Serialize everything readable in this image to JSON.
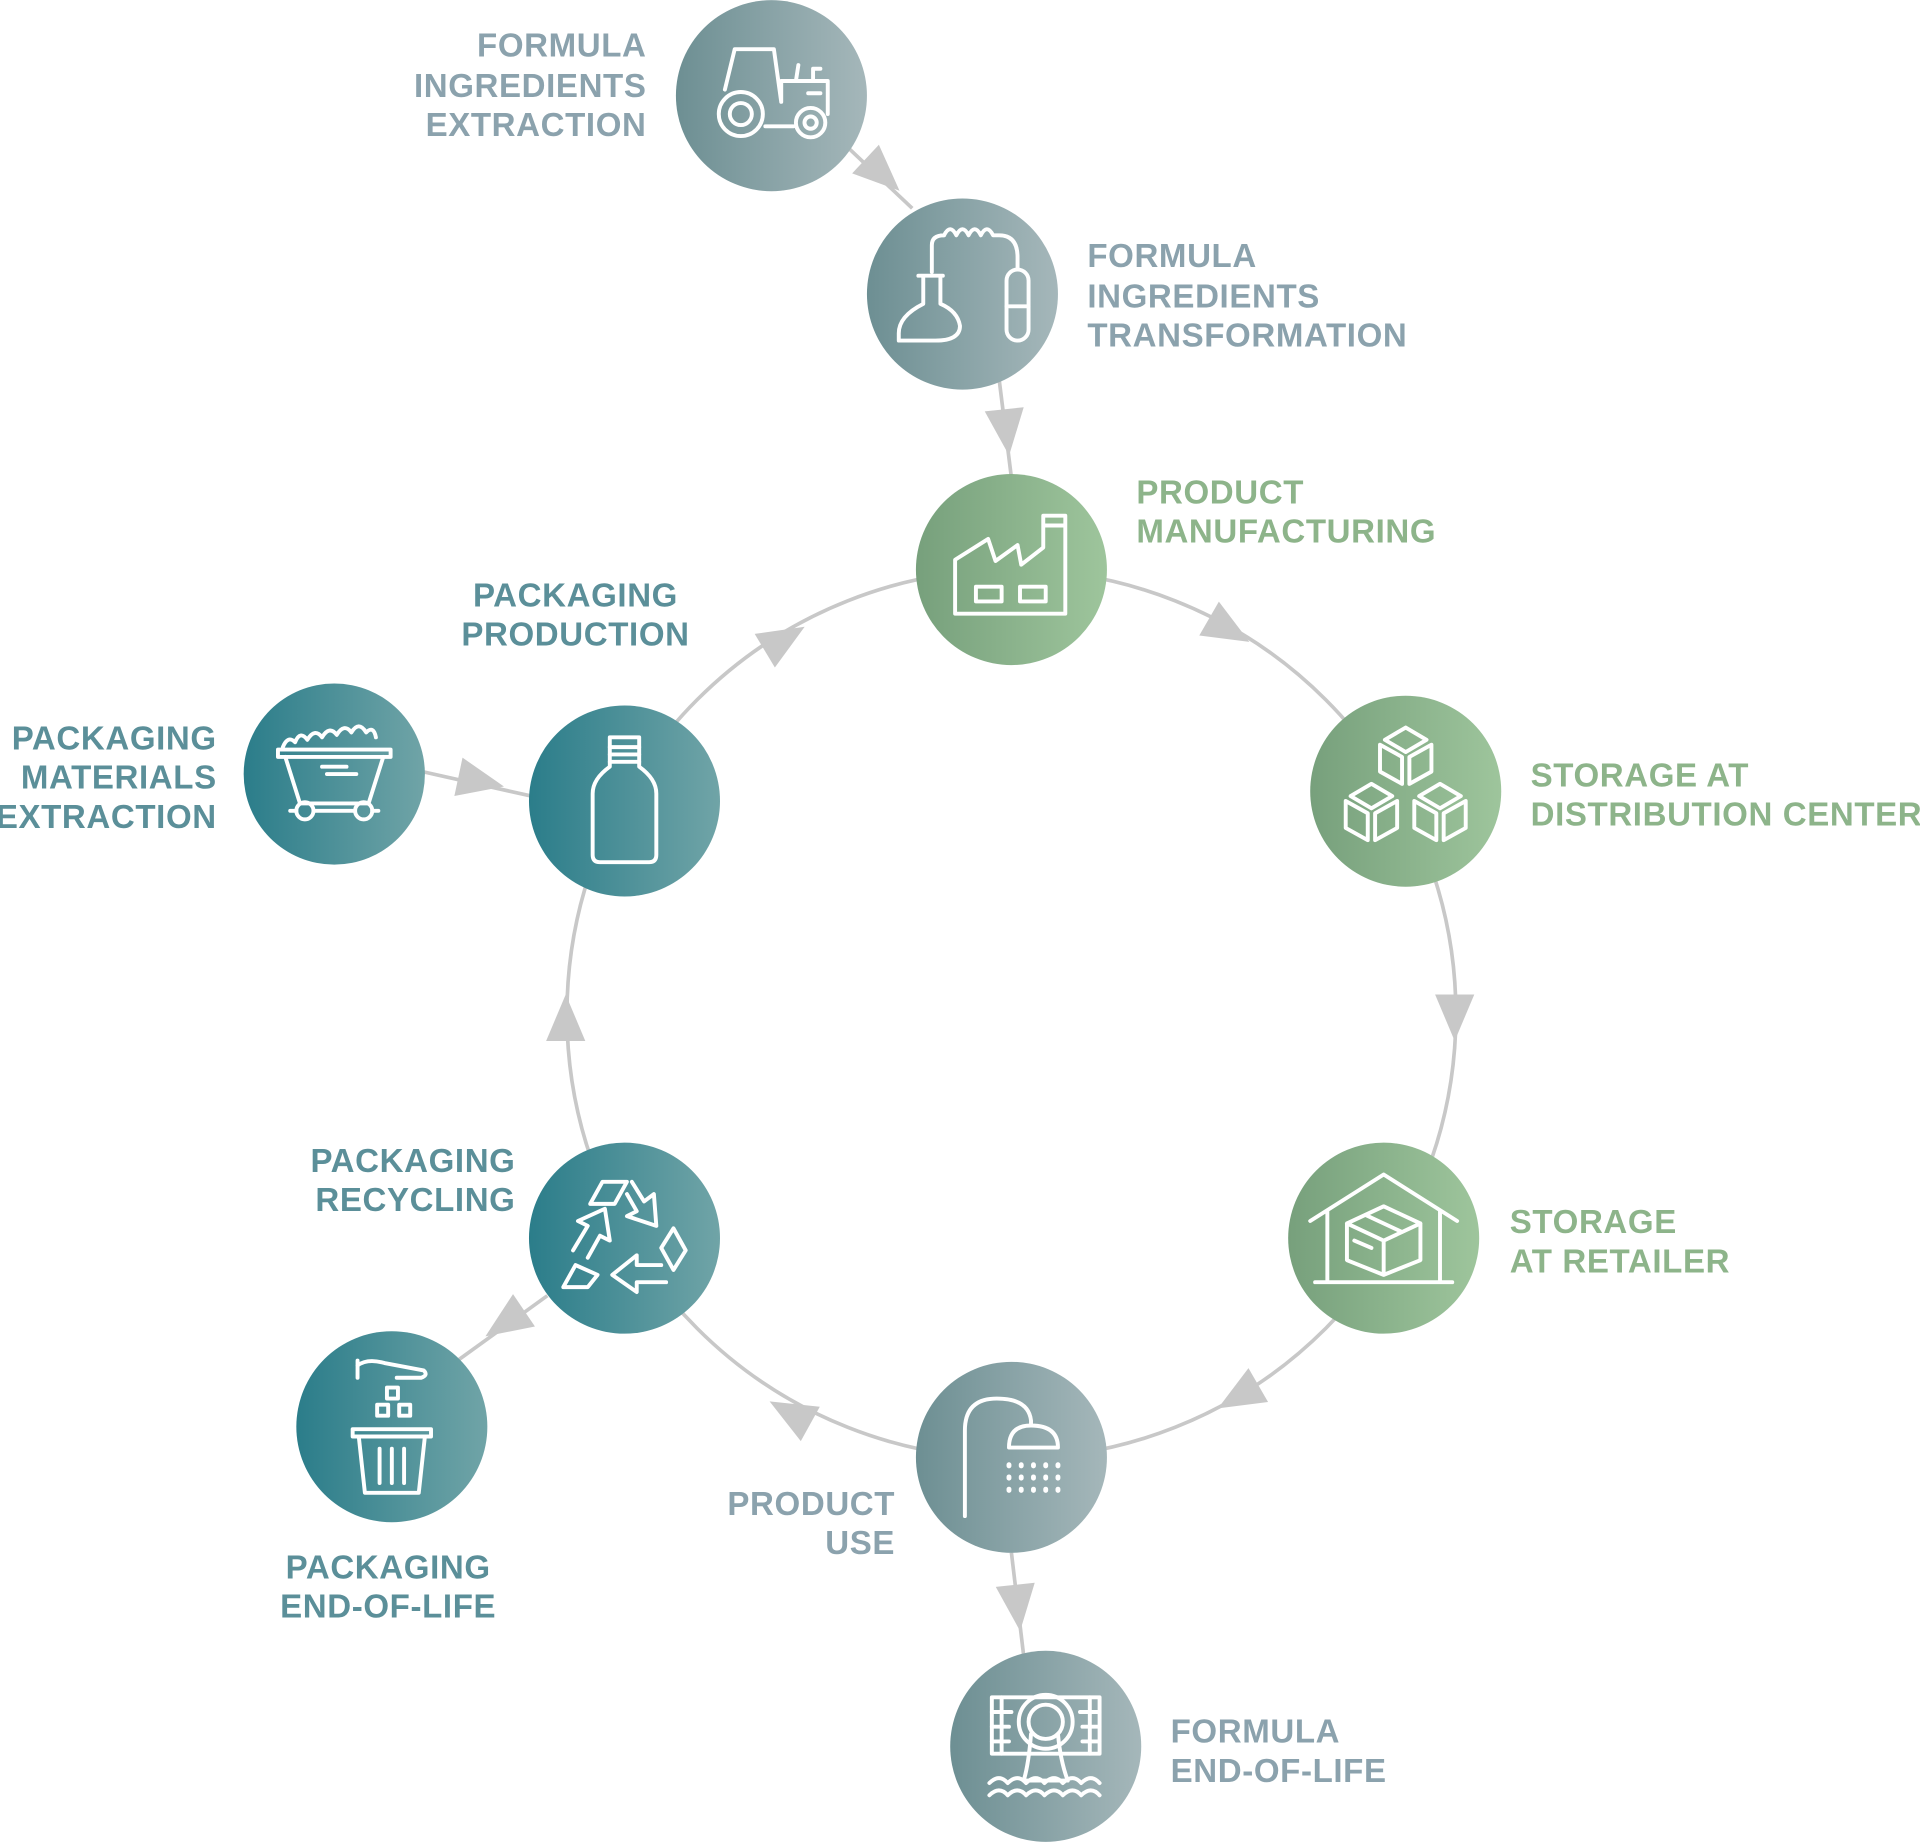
{
  "colors": {
    "gray_node": "#8ba2ad",
    "green_node": "#8db48a",
    "teal_node": "#5b8f99",
    "connector": "#c8c8c8"
  },
  "nodes": {
    "formula_extraction": {
      "lines": [
        "FORMULA",
        "INGREDIENTS",
        "EXTRACTION"
      ],
      "icon": "tractor-icon"
    },
    "formula_transformation": {
      "lines": [
        "FORMULA",
        "INGREDIENTS",
        "TRANSFORMATION"
      ],
      "icon": "lab-flask-icon"
    },
    "product_manufacturing": {
      "lines": [
        "PRODUCT",
        "MANUFACTURING"
      ],
      "icon": "factory-icon"
    },
    "storage_distribution": {
      "lines": [
        "STORAGE AT",
        "DISTRIBUTION CENTER"
      ],
      "icon": "boxes-icon"
    },
    "storage_retailer": {
      "lines": [
        "STORAGE",
        "AT RETAILER"
      ],
      "icon": "warehouse-icon"
    },
    "product_use": {
      "lines": [
        "PRODUCT",
        "USE"
      ],
      "icon": "shower-icon"
    },
    "formula_eol": {
      "lines": [
        "FORMULA",
        "END-OF-LIFE"
      ],
      "icon": "drain-icon"
    },
    "packaging_recycling": {
      "lines": [
        "PACKAGING",
        "RECYCLING"
      ],
      "icon": "recycle-icon"
    },
    "packaging_eol": {
      "lines": [
        "PACKAGING",
        "END-OF-LIFE"
      ],
      "icon": "trash-bin-icon"
    },
    "packaging_production": {
      "lines": [
        "PACKAGING",
        "PRODUCTION"
      ],
      "icon": "bottle-icon"
    },
    "packaging_materials": {
      "lines": [
        "PACKAGING",
        "MATERIALS",
        "EXTRACTION"
      ],
      "icon": "mine-cart-icon"
    }
  }
}
